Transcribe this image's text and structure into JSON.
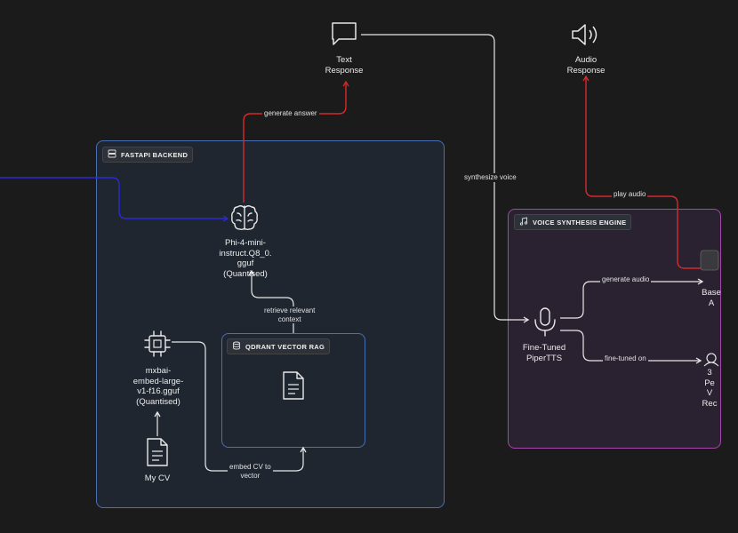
{
  "groups": {
    "backend": "FASTAPI BACKEND",
    "voice": "VOICE SYNTHESIS ENGINE",
    "qdrant": "QDRANT VECTOR RAG"
  },
  "nodes": {
    "text_response": "Text\nResponse",
    "audio_response": "Audio\nResponse",
    "phi_model": "Phi-4-mini-\ninstruct.Q8_0.\ngguf\n(Quantised)",
    "mxbai_model": "mxbai-\nembed-large-\nv1-f16.gguf\n(Quantised)",
    "my_cv": "My CV",
    "piper": "Fine-Tuned\nPiperTTS",
    "base_partial": "Base\nA",
    "recordings_partial": "3\nPe\nV\nRec"
  },
  "edges": {
    "generate_answer": "generate answer",
    "synthesize_voice": "synthesize voice",
    "play_audio": "play audio",
    "retrieve_context": "retrieve relevant\ncontext",
    "generate_audio": "generate audio",
    "fine_tuned_on": "fine-tuned on",
    "embed_cv": "embed CV to\nvector"
  },
  "icons": {
    "text_response": "message-square-icon",
    "audio_response": "speaker-icon",
    "phi_model": "brain-icon",
    "mxbai_model": "cpu-icon",
    "my_cv": "document-icon",
    "qdrant_doc": "document-icon",
    "piper": "microphone-icon"
  },
  "colors": {
    "background": "#1b1b1c",
    "backend_border": "#4a6fb3",
    "voice_border": "#a347a8",
    "edge_white": "#e8e8e8",
    "edge_red": "#d42b2b",
    "edge_blue": "#2b2bd4"
  }
}
